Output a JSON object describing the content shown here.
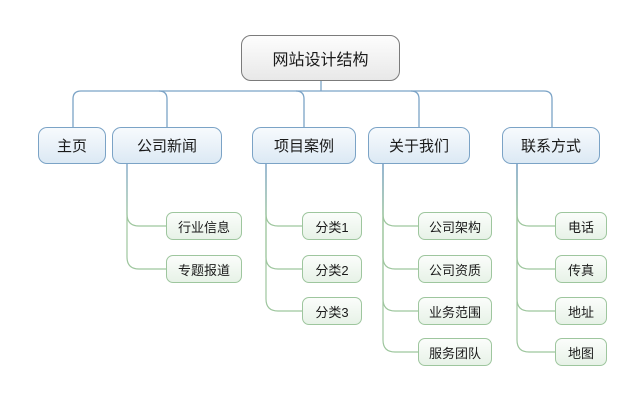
{
  "diagram": {
    "title": "网站设计结构",
    "root": {
      "label": "网站设计结构"
    },
    "branches": [
      {
        "label": "主页",
        "children": []
      },
      {
        "label": "公司新闻",
        "children": [
          "行业信息",
          "专题报道"
        ]
      },
      {
        "label": "项目案例",
        "children": [
          "分类1",
          "分类2",
          "分类3"
        ]
      },
      {
        "label": "关于我们",
        "children": [
          "公司架构",
          "公司资质",
          "业务范围",
          "服务团队"
        ]
      },
      {
        "label": "联系方式",
        "children": [
          "电话",
          "传真",
          "地址",
          "地图"
        ]
      }
    ],
    "colors": {
      "background": "#ffffff",
      "root_border": "#7b7b7b",
      "level1_border": "#7ba3c6",
      "level2_border": "#9ec69e",
      "connector_blue": "#7ba3c6",
      "connector_green": "#9ec69e",
      "text": "#1a1a1a"
    }
  }
}
